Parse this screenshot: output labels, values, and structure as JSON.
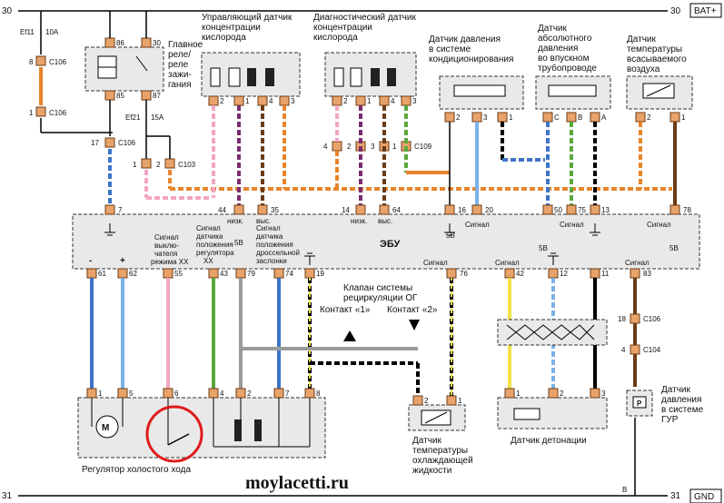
{
  "rails": {
    "left_top": "30",
    "right_top": "30",
    "batplus": "BAT+",
    "left_bottom": "31",
    "right_bottom": "31",
    "gnd": "GND",
    "b_label": "B"
  },
  "fuses": {
    "ef11": "Ef11",
    "ef11_amp": "10A",
    "ef21": "Ef21",
    "ef21_amp": "15A"
  },
  "connectors": {
    "c106": "C106",
    "c103": "C103",
    "c109": "C109",
    "c104": "C104"
  },
  "relay": {
    "label": "Главное реле/ реле зажигания",
    "pins": [
      "86",
      "30",
      "85",
      "87"
    ]
  },
  "sensors": {
    "o2_control": "Управляющий датчик концентрации кислорода",
    "o2_diag": "Диагностический датчик концентрации кислорода",
    "ac_pressure": "Датчик давления в системе кондиционирования",
    "map": "Датчик абсолютного давления во впускном трубопроводе",
    "iat": "Датчик температуры всасываемого воздуха",
    "ect": "Датчик температуры охлаждающей жидкости",
    "knock": "Датчик детонации",
    "ps_pressure": "Датчик давления в системе ГУР"
  },
  "ecu": {
    "label": "ЭБУ",
    "sig": "Сигнал",
    "low": "низк.",
    "high": "выс.",
    "v5": "5В",
    "plus": "+",
    "minus": "-",
    "sig_idle_switch": "Сигнал выклю- чателя режима ХХ",
    "sig_regulator_pos": "Сигнал датчика положения регулятора ХХ",
    "sig_throttle_pos": "Сигнал датчика положения дроссельной заслонки",
    "pins_top": [
      "7",
      "44",
      "35",
      "14",
      "64",
      "16",
      "20",
      "50",
      "75",
      "13",
      "78"
    ],
    "pins_bottom": [
      "61",
      "62",
      "55",
      "43",
      "79",
      "74",
      "19",
      "76",
      "42",
      "12",
      "11",
      "83"
    ]
  },
  "egr": {
    "label": "Клапан системы рециркуляции ОГ",
    "contact1": "Контакт «1»",
    "contact2": "Контакт «2»"
  },
  "idle": {
    "label": "Регулятор холостого хода",
    "pins": [
      "1",
      "5",
      "6",
      "4",
      "2",
      "7",
      "8"
    ]
  },
  "ps_sensor_letter": "P",
  "map_pins": [
    "C",
    "B",
    "A"
  ],
  "watermark": "moylacetti.ru",
  "colors": {
    "orange": "#e8842a",
    "pink": "#f2a6c2",
    "violet": "#7b2d6e",
    "brown": "#6b3b16",
    "blue": "#3d74c9",
    "lightblue": "#7bb2e6",
    "green": "#5aa83c",
    "yellow": "#f1e24a",
    "gray": "#9a9a9a",
    "red": "#e01b1b"
  }
}
